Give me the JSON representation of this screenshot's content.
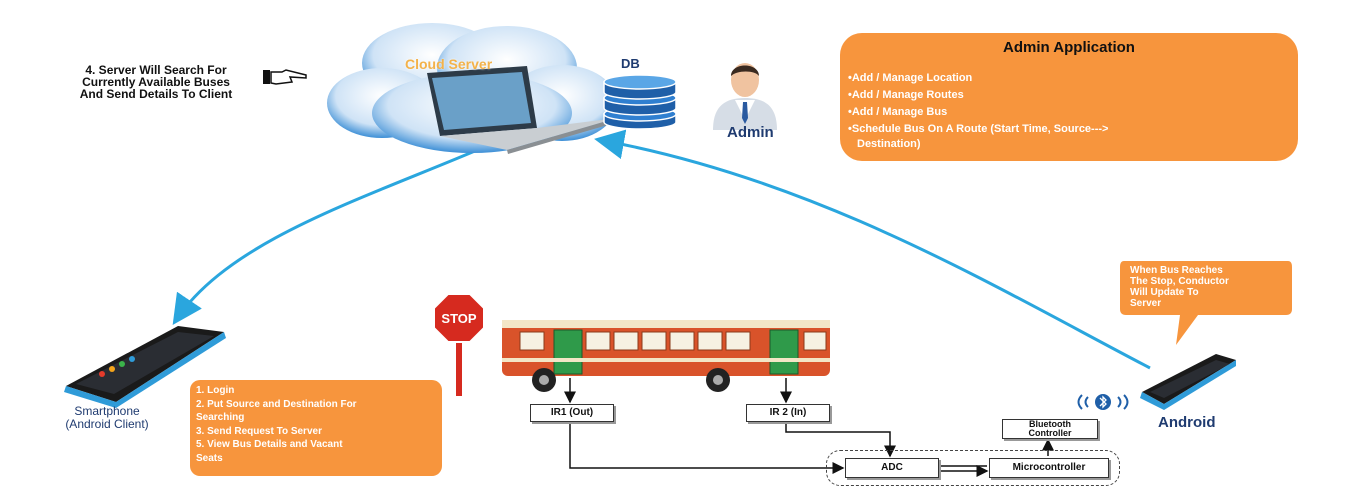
{
  "server_note": [
    "4. Server Will Search For",
    "Currently Available Buses",
    "And Send Details To Client"
  ],
  "cloud_server": {
    "label": "Cloud Server"
  },
  "db": {
    "label": "DB"
  },
  "admin": {
    "label": "Admin"
  },
  "admin_app": {
    "title": "Admin Application",
    "items": [
      "Add / Manage Location",
      "Add / Manage Routes",
      "Add / Manage Bus",
      "Schedule Bus On A Route (Start Time, Source--->",
      "Destination)"
    ]
  },
  "client": {
    "label_line1": "Smartphone",
    "label_line2": "(Android Client)",
    "steps": [
      "1. Login",
      "2. Put Source and Destination For",
      "Searching",
      "3. Send Request To Server",
      "5. View Bus Details and Vacant",
      "Seats"
    ]
  },
  "stop_sign": {
    "text": "STOP"
  },
  "conductor_note": [
    "When Bus Reaches",
    "The Stop, Conductor",
    "Will Update To",
    "Server"
  ],
  "android": {
    "label": "Android"
  },
  "blocks": {
    "ir1": "IR1 (Out)",
    "ir2": "IR 2 (In)",
    "adc": "ADC",
    "microcontroller": "Microcontroller",
    "bluetooth_line1": "Bluetooth",
    "bluetooth_line2": "Controller"
  },
  "colors": {
    "orange": "#f7953d",
    "navy": "#1f3b70",
    "arrow_blue": "#2aa6de",
    "cloud_blue": "#3d8fd6"
  }
}
